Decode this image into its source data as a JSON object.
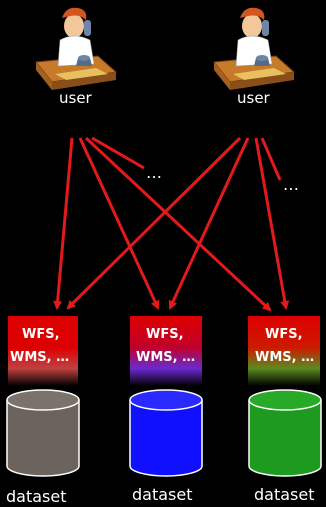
{
  "users": [
    {
      "label": "user"
    },
    {
      "label": "user"
    }
  ],
  "ellipses": [
    "…",
    "…"
  ],
  "services": [
    {
      "line1": "WFS,",
      "line2": "WMS, …",
      "fade_color": "#ff2a2a",
      "cylinder_color": "#6b635c"
    },
    {
      "line1": "WFS,",
      "line2": "WMS, …",
      "fade_color": "#4a3cff",
      "cylinder_color": "#1010ff"
    },
    {
      "line1": "WFS,",
      "line2": "WMS, …",
      "fade_color": "#22aa22",
      "cylinder_color": "#1e9a1e"
    }
  ],
  "datasets": [
    {
      "label": "dataset"
    },
    {
      "label": "dataset"
    },
    {
      "label": "dataset"
    }
  ],
  "colors": {
    "background": "#000000",
    "arrow": "#e31a1a",
    "service_top": "#dd0000"
  }
}
